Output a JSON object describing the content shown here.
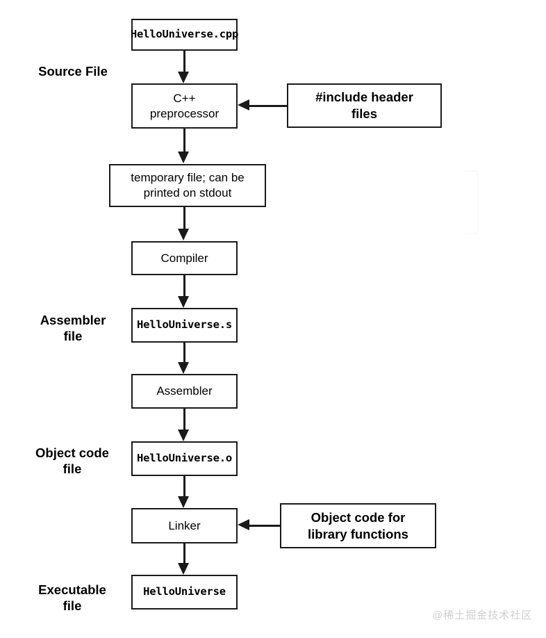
{
  "diagram": {
    "title": "C++ compilation pipeline",
    "stage_labels": [
      {
        "id": "source-file",
        "text": "Source File"
      },
      {
        "id": "assembler-file",
        "text": "Assembler\nfile"
      },
      {
        "id": "object-code-file",
        "text": "Object code\nfile"
      },
      {
        "id": "executable-file",
        "text": "Executable\nfile"
      }
    ],
    "nodes": [
      {
        "id": "hellouniverse-cpp",
        "label": "HelloUniverse.cpp",
        "style": "mono"
      },
      {
        "id": "cpp-preprocessor",
        "label": "C++\npreprocessor",
        "style": "sans"
      },
      {
        "id": "temporary-file",
        "label": "temporary file; can be\nprinted on stdout",
        "style": "sans"
      },
      {
        "id": "compiler",
        "label": "Compiler",
        "style": "sans"
      },
      {
        "id": "hellouniverse-s",
        "label": "HelloUniverse.s",
        "style": "mono"
      },
      {
        "id": "assembler",
        "label": "Assembler",
        "style": "sans"
      },
      {
        "id": "hellouniverse-o",
        "label": "HelloUniverse.o",
        "style": "mono"
      },
      {
        "id": "linker",
        "label": "Linker",
        "style": "sans"
      },
      {
        "id": "hellouniverse",
        "label": "HelloUniverse",
        "style": "mono"
      },
      {
        "id": "include-header-files",
        "label": "#include header\nfiles",
        "style": "sansbold"
      },
      {
        "id": "object-code-library",
        "label": "Object code for\nlibrary functions",
        "style": "sansbold"
      }
    ],
    "colors": {
      "stroke": "#1a1a1a",
      "fill": "#ffffff",
      "text": "#000000",
      "watermark": "#cfcfcf"
    }
  },
  "watermark": {
    "text": "@稀土掘金技术社区"
  }
}
